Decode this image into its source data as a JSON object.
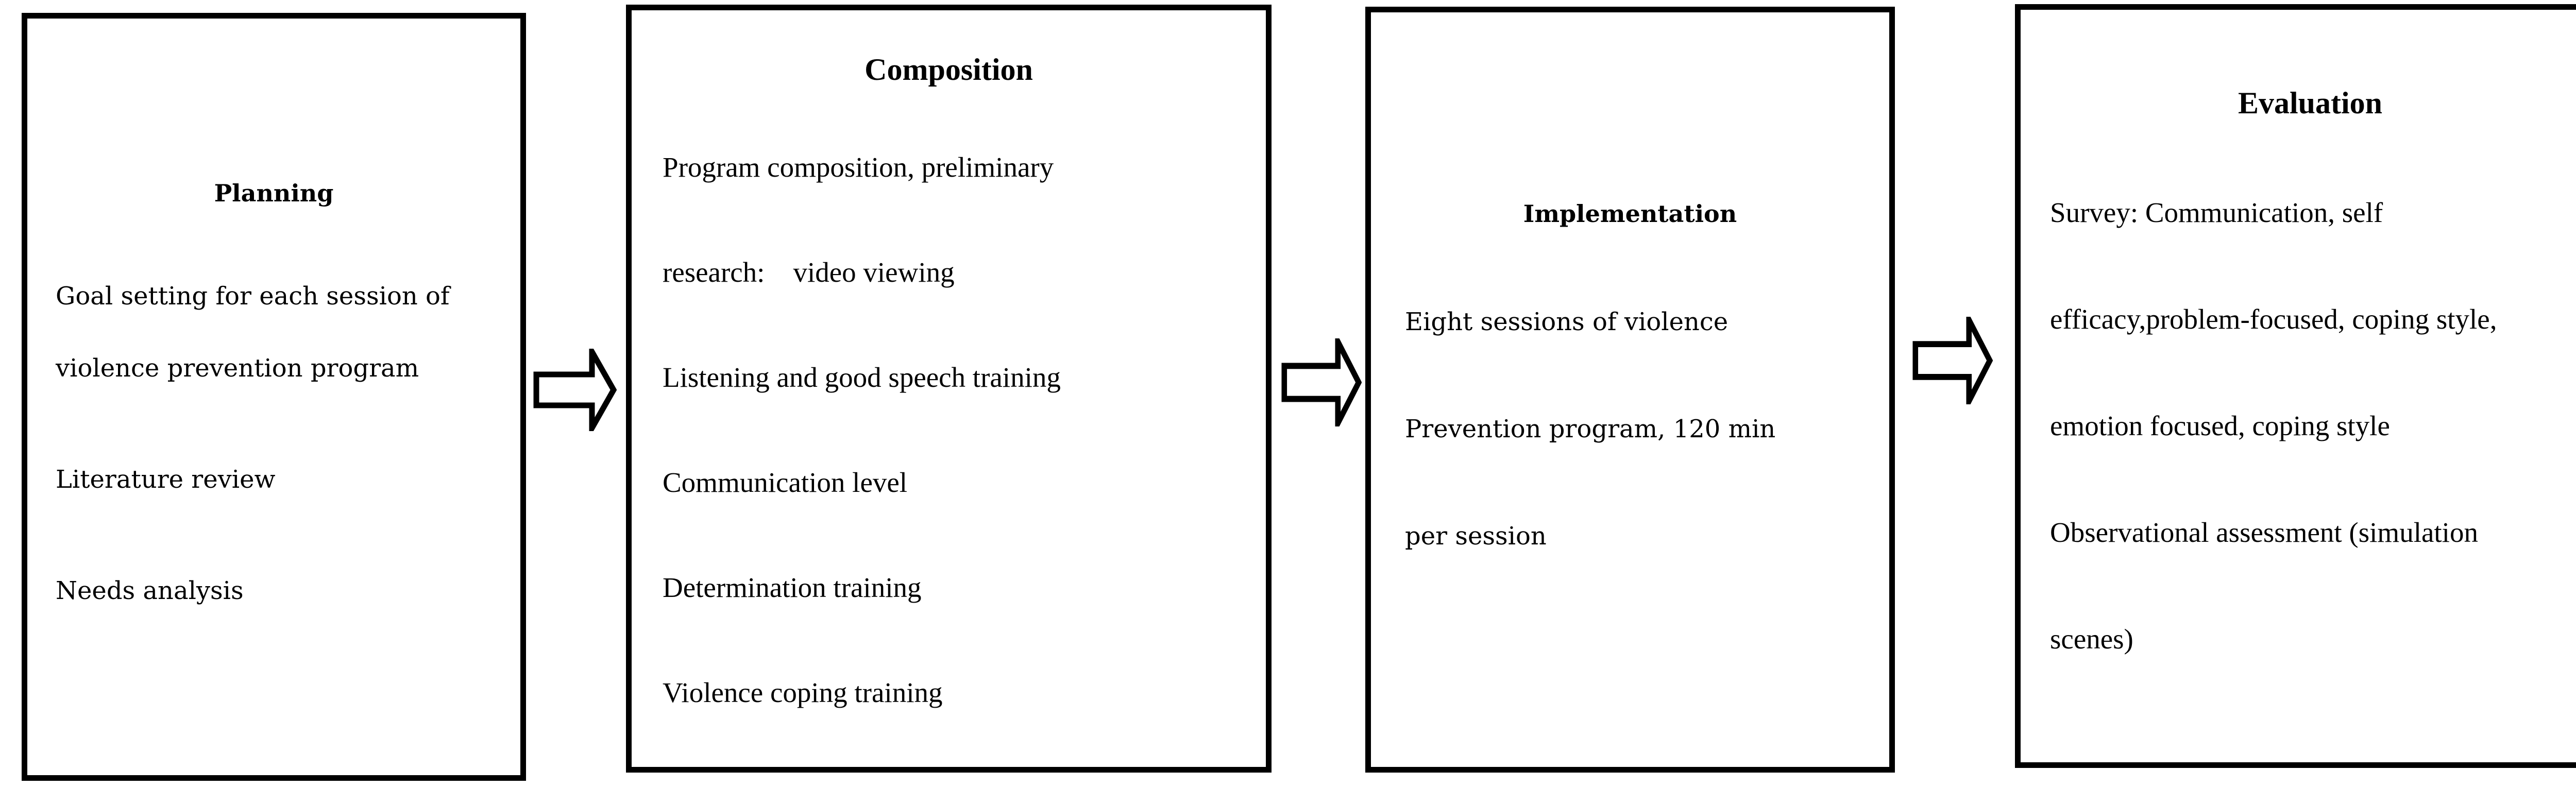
{
  "diagram": {
    "background_color": "#ffffff",
    "box_border_color": "#000000",
    "text_color": "#000000"
  },
  "stages": [
    {
      "title": "Planning",
      "paragraphs": [
        [
          "Goal setting for each session of",
          "violence prevention program"
        ],
        [
          "Literature review"
        ],
        [
          "Needs analysis"
        ]
      ]
    },
    {
      "title": "Composition",
      "paragraphs": [
        [
          "Program composition, preliminary"
        ],
        [
          "research:    video viewing"
        ],
        [
          "Listening and good speech training"
        ],
        [
          "Communication level"
        ],
        [
          "Determination training"
        ],
        [
          "Violence coping training"
        ]
      ]
    },
    {
      "title": "Implementation",
      "paragraphs": [
        [
          "Eight sessions of violence"
        ],
        [
          "Prevention program, 120 min"
        ],
        [
          "per session"
        ]
      ]
    },
    {
      "title": "Evaluation",
      "paragraphs": [
        [
          "Survey: Communication, self"
        ],
        [
          "efficacy,problem-focused, coping style,"
        ],
        [
          "emotion focused, coping style"
        ],
        [
          "Observational assessment (simulation"
        ],
        [
          "scenes)"
        ]
      ]
    }
  ],
  "arrows": [
    {
      "name": "arrow-planning-to-composition",
      "direction": "right"
    },
    {
      "name": "arrow-composition-to-implementation",
      "direction": "right"
    },
    {
      "name": "arrow-implementation-to-evaluation",
      "direction": "right"
    }
  ]
}
